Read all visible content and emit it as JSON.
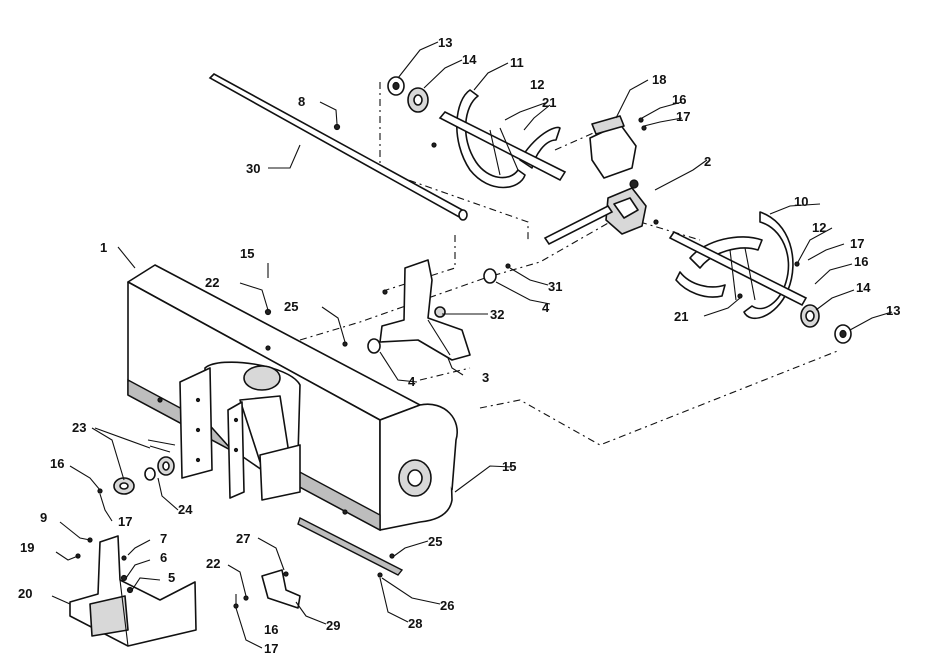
{
  "diagram": {
    "background": "#ffffff",
    "ink": "#111111",
    "callouts": {
      "c1": "1",
      "c2": "2",
      "c3": "3",
      "c4a": "4",
      "c4b": "4",
      "c5": "5",
      "c6": "6",
      "c7": "7",
      "c8": "8",
      "c9": "9",
      "c10": "10",
      "c11": "11",
      "c12a": "12",
      "c12b": "12",
      "c13a": "13",
      "c13b": "13",
      "c14a": "14",
      "c14b": "14",
      "c15a": "15",
      "c15b": "15",
      "c16a": "16",
      "c16b": "16",
      "c16c": "16",
      "c16d": "16",
      "c17a": "17",
      "c17b": "17",
      "c17c": "17",
      "c17d": "17",
      "c18": "18",
      "c19": "19",
      "c20": "20",
      "c21a": "21",
      "c21b": "21",
      "c22a": "22",
      "c22b": "22",
      "c23": "23",
      "c24": "24",
      "c25a": "25",
      "c25b": "25",
      "c26": "26",
      "c27": "27",
      "c28": "28",
      "c29": "29",
      "c30": "30",
      "c31": "31",
      "c32": "32"
    }
  }
}
